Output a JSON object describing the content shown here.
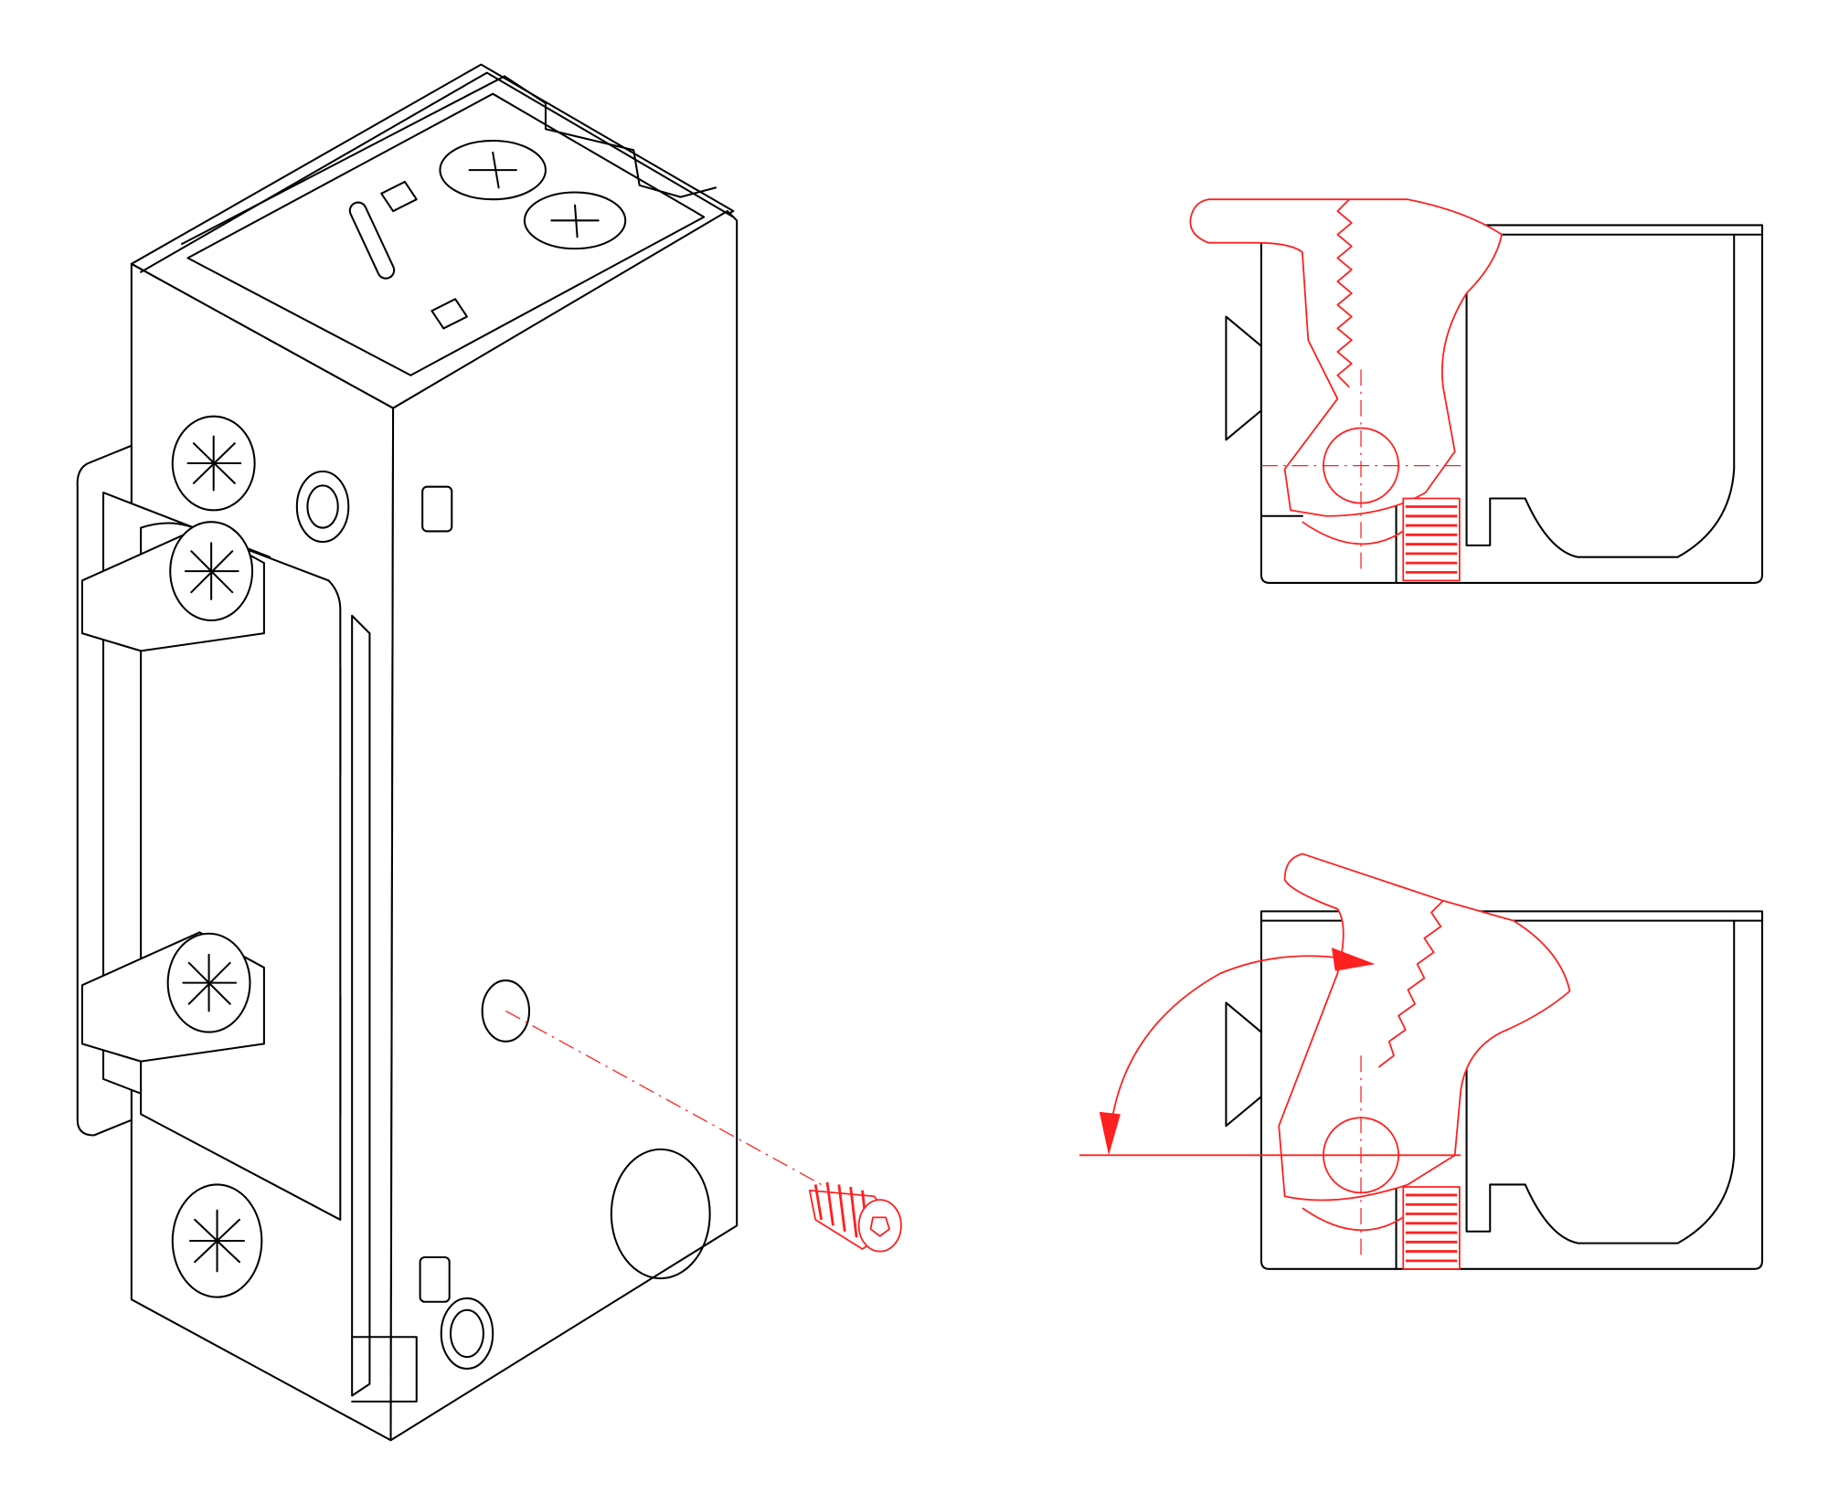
{
  "colors": {
    "outline": "#000000",
    "highlight": "#ff2020",
    "background": "#ffffff"
  },
  "views": [
    {
      "name": "isometric-lock-with-set-screw"
    },
    {
      "name": "latch-section-closed"
    },
    {
      "name": "latch-section-open-with-rotation-arrow"
    }
  ]
}
